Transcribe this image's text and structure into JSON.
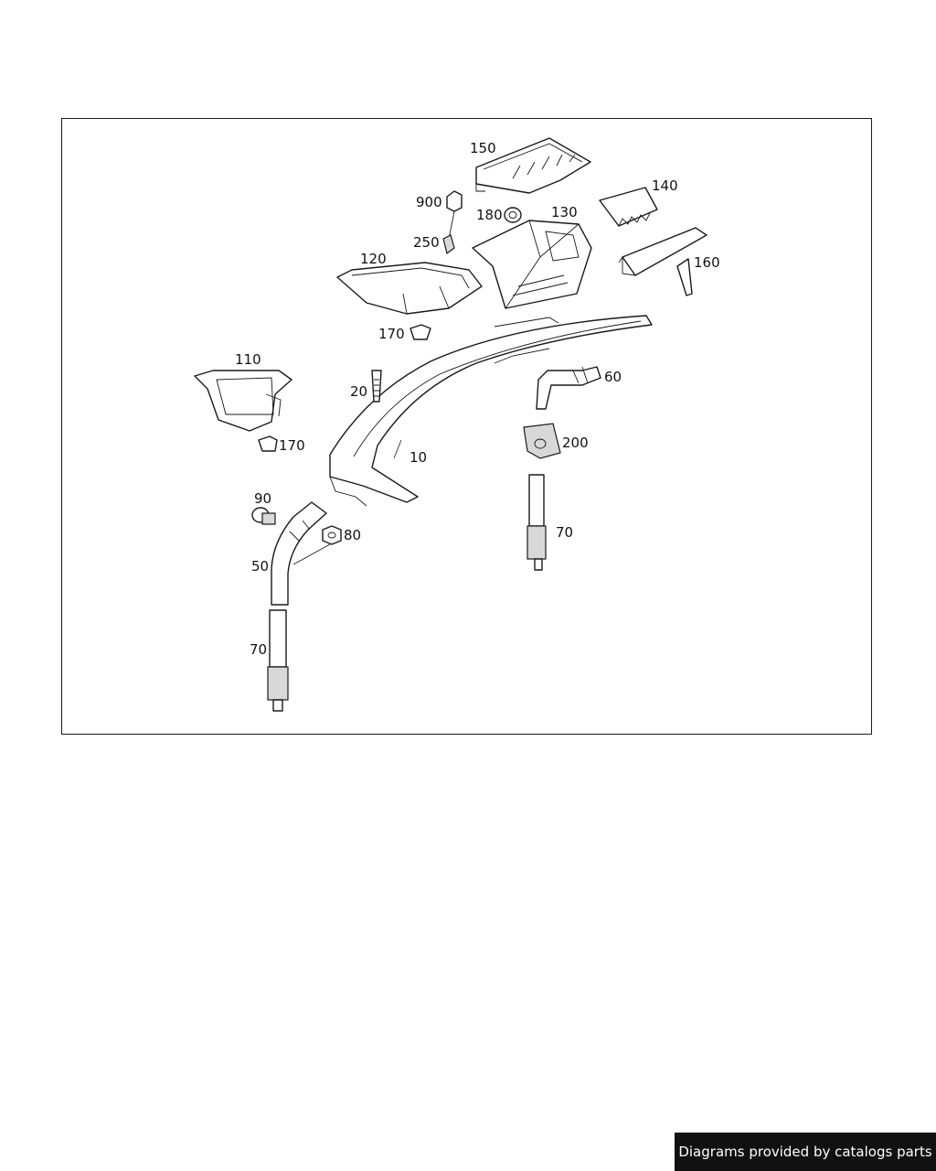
{
  "diagram": {
    "callouts": {
      "c150": "150",
      "c900": "900",
      "c180": "180",
      "c130": "130",
      "c140": "140",
      "c250": "250",
      "c120": "120",
      "c160": "160",
      "c170a": "170",
      "c110": "110",
      "c60": "60",
      "c20": "20",
      "c200": "200",
      "c170b": "170",
      "c10": "10",
      "c90": "90",
      "c80": "80",
      "c70a": "70",
      "c50": "50",
      "c70b": "70"
    }
  },
  "footer": {
    "text": "Diagrams provided by catalogs parts",
    "background": "#111111",
    "color": "#ffffff"
  }
}
